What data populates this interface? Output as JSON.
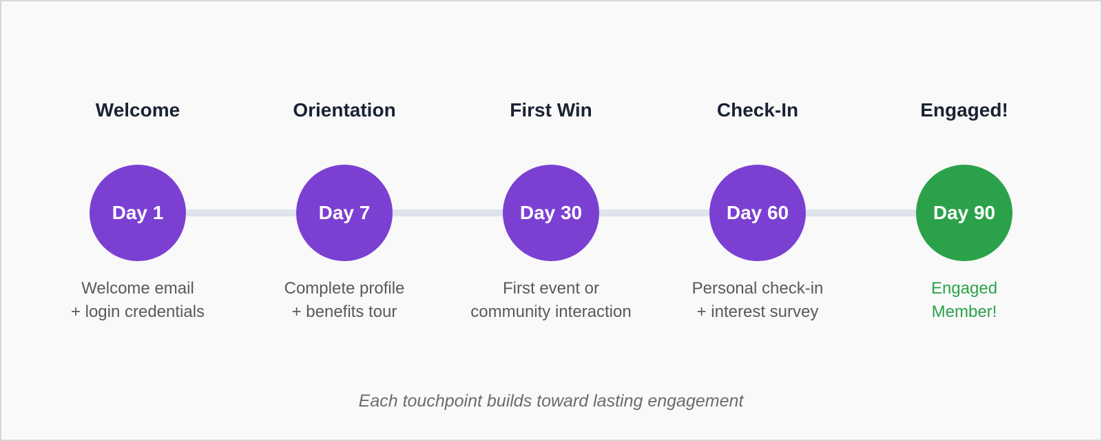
{
  "page": {
    "background": "#f9f9f9",
    "border_color": "#d6d6d6",
    "footer": "Each touchpoint builds toward lasting engagement",
    "footer_color": "#6b6b6b",
    "title_color": "#1a2234"
  },
  "timeline": {
    "connector_color": "#dfe3ed",
    "milestones": [
      {
        "title": "Welcome",
        "day": "Day 1",
        "description": "Welcome email\n+ login credentials",
        "color": "#7b40d2",
        "description_color": "#595959"
      },
      {
        "title": "Orientation",
        "day": "Day 7",
        "description": "Complete profile\n+ benefits tour",
        "color": "#7b40d2",
        "description_color": "#595959"
      },
      {
        "title": "First Win",
        "day": "Day 30",
        "description": "First event or\ncommunity interaction",
        "color": "#7b40d2",
        "description_color": "#595959"
      },
      {
        "title": "Check-In",
        "day": "Day 60",
        "description": "Personal check-in\n+ interest survey",
        "color": "#7b40d2",
        "description_color": "#595959"
      },
      {
        "title": "Engaged!",
        "day": "Day 90",
        "description": "Engaged\nMember!",
        "color": "#2ba24a",
        "description_color": "#2ba24a"
      }
    ]
  }
}
